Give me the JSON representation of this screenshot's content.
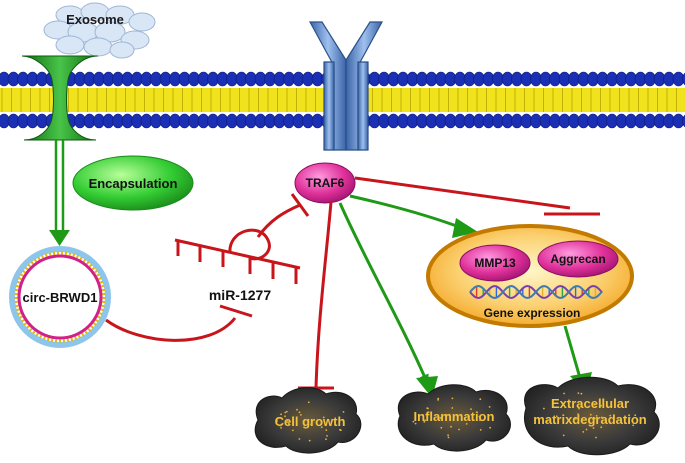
{
  "labels": {
    "exosome": "Exosome",
    "encapsulation": "Encapsulation",
    "circ": "circ-BRWD1",
    "mirna": "miR-1277",
    "traf6": "TRAF6",
    "mmp13": "MMP13",
    "aggrecan": "Aggrecan",
    "gene_expression": "Gene expression",
    "cell_growth": "Cell growth",
    "inflammation": "Inflammation",
    "ecm_line1": "Extracellular",
    "ecm_line2": "matrixdegradation"
  },
  "colors": {
    "inhibit": "#c8151b",
    "activate": "#1f9a17",
    "membrane_blue": "#1a2fb3",
    "membrane_yellow": "#f0e21c",
    "channel": "#1e8f1e",
    "receptor": "#5a86c4",
    "traf6": "#e0319a",
    "encapsulation": "#33cc33",
    "nucleus_orange": "#f29a10",
    "outcome_dark": "#3b3b3b",
    "outcome_text": "#f4c23b"
  },
  "icons": [
    "exosome-cloud-icon",
    "membrane-channel-icon",
    "receptor-icon",
    "dna-helix-icon"
  ]
}
